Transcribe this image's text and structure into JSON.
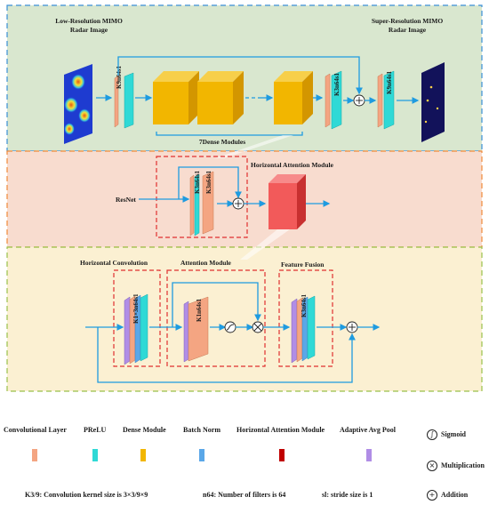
{
  "top": {
    "input_title": "Low-Resolution MIMO Radar Image",
    "input_title_l1": "Low-Resolution MIMO",
    "input_title_l2": "Radar Image",
    "output_title_l1": "Super-Resolution MIMO",
    "output_title_l2": "Radar Image",
    "conv_in": "K9n64s1",
    "conv_mid": "K3n64s1",
    "conv_out": "K9n64s1",
    "dense_label": "7Dense Modules"
  },
  "resnet": {
    "label": "ResNet",
    "conv_a": "K3n64s1",
    "conv_b": "K3n64s1",
    "ham_label": "Horizontal Attention Module"
  },
  "ham": {
    "horizontal_conv_label": "Horizontal Convolution",
    "horizontal_conv_text": "K1×3n64s1",
    "attention_label": "Attention Module",
    "attention_conv": "K1n64s1",
    "fusion_label": "Feature Fusion",
    "fusion_conv": "K3n64s1"
  },
  "legend": {
    "items": [
      {
        "label": "Convolutional Layer",
        "color": "#f4a582"
      },
      {
        "label": "PReLU",
        "color": "#2fd9d6"
      },
      {
        "label": "Dense Module",
        "color": "#f2b600"
      },
      {
        "label": "Batch Norm",
        "color": "#5aa7e8"
      },
      {
        "label": "Horizontal Attention Module",
        "color": "#c00000"
      },
      {
        "label": "Adaptive Avg Pool",
        "color": "#b08de6"
      }
    ],
    "symbols": [
      {
        "icon": "sigmoid-icon",
        "label": "Sigmoid"
      },
      {
        "icon": "multiplication-icon",
        "label": "Multiplication"
      },
      {
        "icon": "addition-icon",
        "label": "Addition"
      }
    ],
    "notes": [
      "K3/9: Convolution kernel  size is 3×3/9×9",
      "n64: Number of filters is 64",
      "sl: stride size is 1"
    ]
  },
  "colors": {
    "top_panel": "#d9e7cf",
    "mid_panel": "#f8dccf",
    "bottom_panel": "#fbf0d2",
    "arrow": "#1e9be0",
    "dash_red": "#e03030"
  }
}
